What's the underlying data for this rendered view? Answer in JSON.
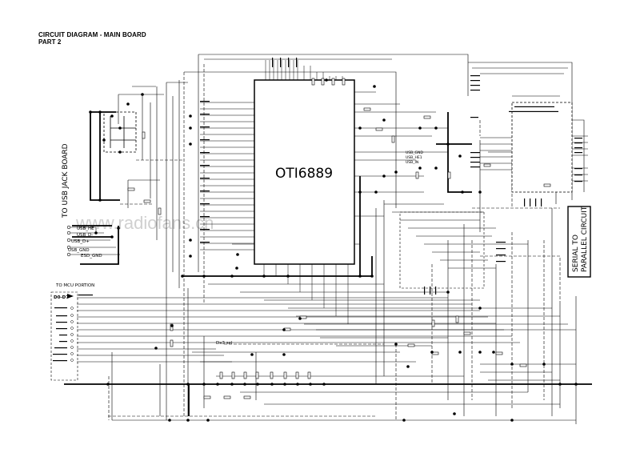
{
  "title": {
    "line1": "CIRCUIT DIAGRAM - MAIN BOARD",
    "line2": "PART 2"
  },
  "chip": {
    "name": "OTI6889"
  },
  "watermark": "www.radiofans.cn",
  "blocks": {
    "usb_jack": "TO USB JACK BOARD",
    "serial_l1": "SERIAL TO",
    "serial_l2": "PARALLEL CIRCUIT",
    "mcu_portion": "TO MCU PORTION",
    "d_bus": "D0-D7",
    "dx_sel": "Dx3 sel"
  },
  "usb_signals": [
    "USB_HE",
    "USB_D-",
    "USB_D+",
    "USB_GND",
    "ESD_GND"
  ],
  "chip_mid_labels": [
    "USB_GND",
    "USB_HE1",
    "USB_IN"
  ],
  "colors": {
    "ink": "#000000",
    "watermark": "#c8c8c8"
  }
}
